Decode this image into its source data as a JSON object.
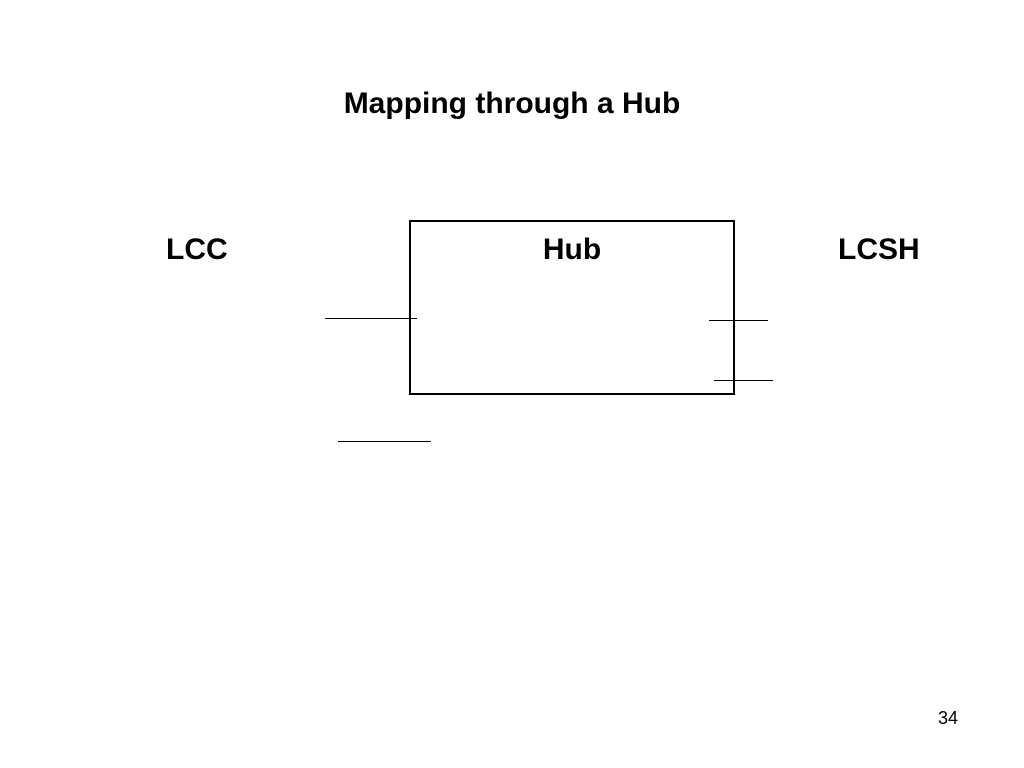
{
  "slide": {
    "title": "Mapping through a Hub",
    "left_label": "LCC",
    "hub_label": "Hub",
    "right_label": "LCSH",
    "page_number": "34"
  }
}
